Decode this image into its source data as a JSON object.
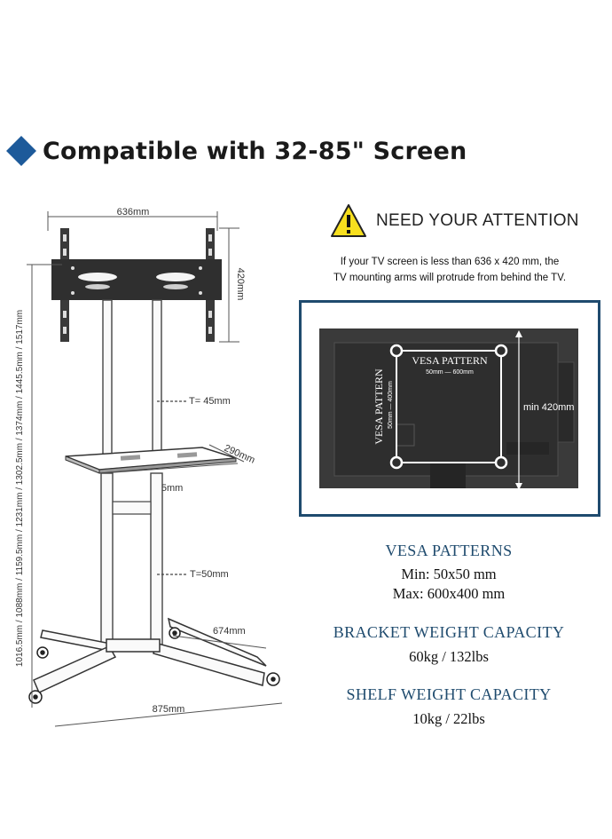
{
  "heading": {
    "title": "Compatible with 32-85\" Screen",
    "bullet_icon": "diamond-bullet-icon",
    "bullet_color": "#1d5a9a"
  },
  "stand_dimensions": {
    "width_top": "636mm",
    "height_arm": "420mm",
    "tube_top": "T= 45mm",
    "tube_bottom": "T=50mm",
    "shelf_width": "455mm",
    "shelf_depth": "290mm",
    "base_depth": "674mm",
    "base_width": "875mm",
    "heights": "1016.5mm / 1088mm / 1159.5mm / 1231mm / 1302.5mm / 1374mm / 1445.5mm / 1517mm"
  },
  "attention": {
    "icon": "warning-triangle-icon",
    "title": "NEED YOUR ATTENTION",
    "line1": "If your TV screen is less than 636 x 420 mm, the",
    "line2": "TV mounting arms will protrude from behind the TV."
  },
  "tv_diagram": {
    "vesa_label": "VESA PATTERN",
    "vesa_h_range": "50mm — 600mm",
    "vesa_v_range": "50mm — 400mm",
    "min_height": "min 420mm",
    "frame_color": "#1f4b6e"
  },
  "specs": {
    "vesa_title": "VESA PATTERNS",
    "vesa_min": "Min: 50x50 mm",
    "vesa_max": "Max: 600x400 mm",
    "bracket_title": "BRACKET WEIGHT CAPACITY",
    "bracket_value": "60kg / 132lbs",
    "shelf_title": "SHELF WEIGHT CAPACITY",
    "shelf_value": "10kg / 22lbs"
  }
}
